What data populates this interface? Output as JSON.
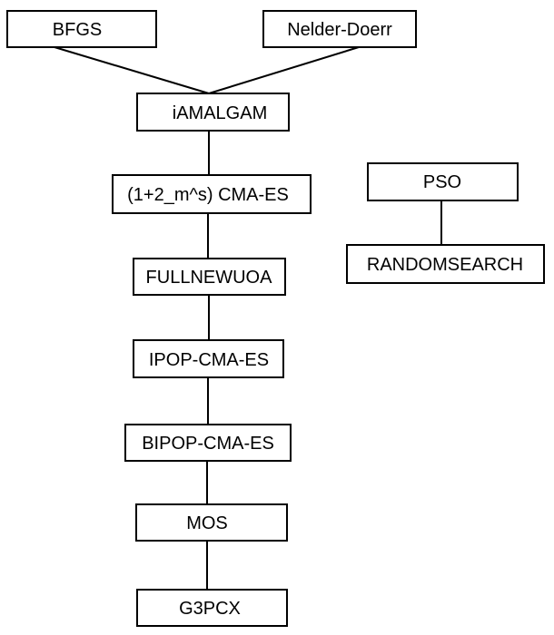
{
  "diagram": {
    "nodes": [
      {
        "id": "bfgs",
        "label": "BFGS"
      },
      {
        "id": "nelder-doerr",
        "label": "Nelder-Doerr"
      },
      {
        "id": "iamalgam",
        "label": "iAMALGAM"
      },
      {
        "id": "cma-es-1-2",
        "label": "(1+2_m^s) CMA-ES"
      },
      {
        "id": "fullnewuoa",
        "label": "FULLNEWUOA"
      },
      {
        "id": "ipop-cma-es",
        "label": "IPOP-CMA-ES"
      },
      {
        "id": "bipop-cma-es",
        "label": "BIPOP-CMA-ES"
      },
      {
        "id": "mos",
        "label": "MOS"
      },
      {
        "id": "g3pcx",
        "label": "G3PCX"
      },
      {
        "id": "pso",
        "label": "PSO"
      },
      {
        "id": "randomsearch",
        "label": "RANDOMSEARCH"
      }
    ],
    "edges": [
      {
        "from": "bfgs",
        "to": "iamalgam"
      },
      {
        "from": "nelder-doerr",
        "to": "iamalgam"
      },
      {
        "from": "iamalgam",
        "to": "cma-es-1-2"
      },
      {
        "from": "cma-es-1-2",
        "to": "fullnewuoa"
      },
      {
        "from": "fullnewuoa",
        "to": "ipop-cma-es"
      },
      {
        "from": "ipop-cma-es",
        "to": "bipop-cma-es"
      },
      {
        "from": "bipop-cma-es",
        "to": "mos"
      },
      {
        "from": "mos",
        "to": "g3pcx"
      },
      {
        "from": "pso",
        "to": "randomsearch"
      }
    ]
  }
}
